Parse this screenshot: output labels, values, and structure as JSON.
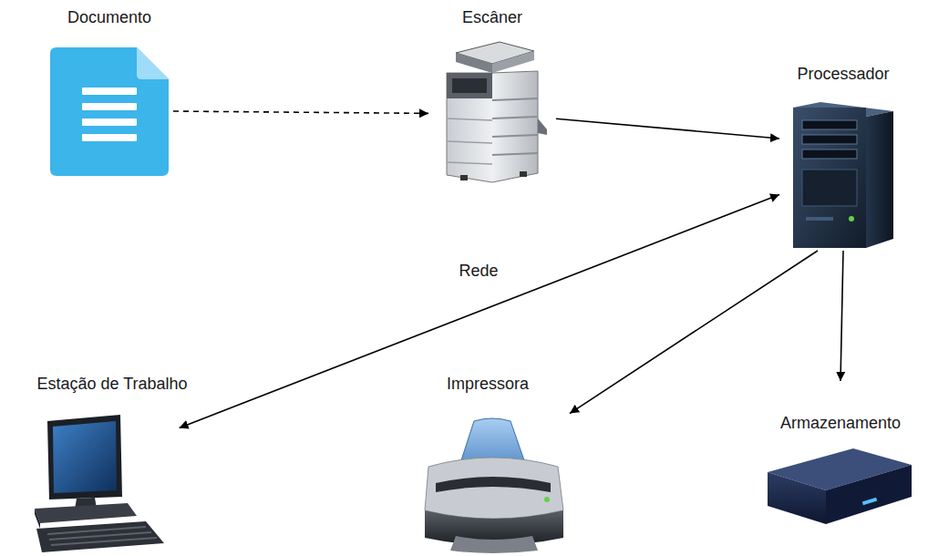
{
  "diagram": {
    "nodes": [
      {
        "text": [
          "Documento"
        ]
      },
      {
        "text": [
          "Escâner"
        ]
      },
      {
        "text": [
          "Processador"
        ]
      },
      {
        "text": [
          "Estação de Trabalho"
        ]
      },
      {
        "text": [
          "Impressora"
        ]
      },
      {
        "text": [
          "Armazenamento"
        ]
      }
    ],
    "edges": [
      {
        "from": 0,
        "to": 1,
        "arrow": "to"
      },
      {
        "from": 1,
        "to": 2,
        "arrow": "to"
      },
      {
        "from": 2,
        "to": 3,
        "arrow": "both",
        "label": "Rede"
      },
      {
        "from": 2,
        "to": 4,
        "arrow": "to"
      },
      {
        "from": 2,
        "to": 5,
        "arrow": "to"
      }
    ]
  }
}
